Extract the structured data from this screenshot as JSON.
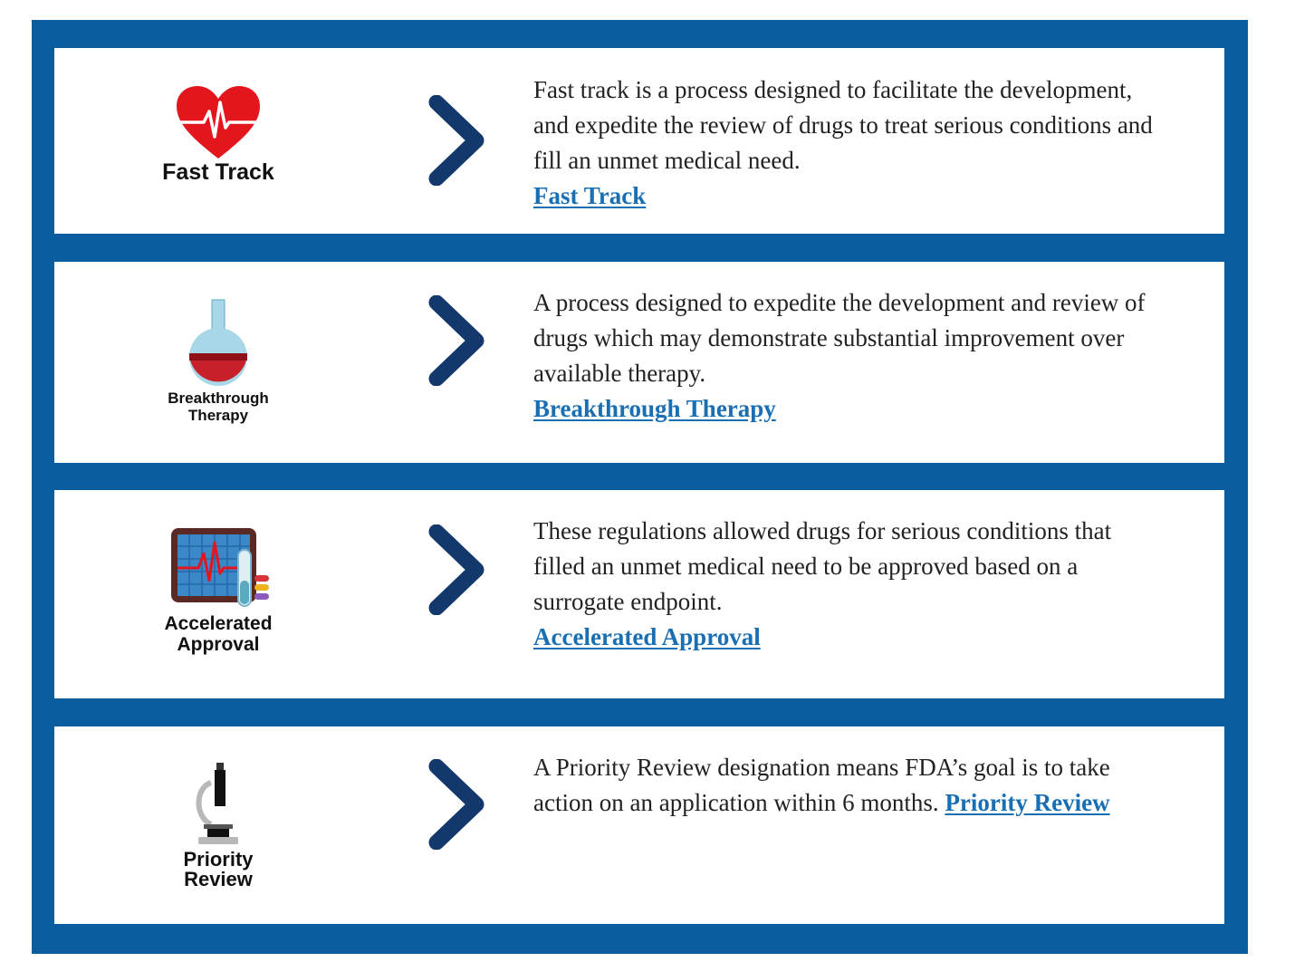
{
  "colors": {
    "frame": "#0a5ea0",
    "chevron": "#13386b",
    "link": "#1a6fb3"
  },
  "cards": [
    {
      "icon": "heart-pulse-icon",
      "label_lines": [
        "Fast Track"
      ],
      "description": "Fast track is a process designed to facilitate the development, and expedite the review of drugs to treat serious conditions and fill an unmet medical need.",
      "link": "Fast Track"
    },
    {
      "icon": "flask-icon",
      "label_lines": [
        "Breakthrough",
        "Therapy"
      ],
      "description": "A process designed to expedite the development and review of drugs which may demonstrate substantial improvement over available therapy.",
      "link": "Breakthrough Therapy"
    },
    {
      "icon": "monitor-test-tube-icon",
      "label_lines": [
        "Accelerated",
        "Approval"
      ],
      "description": "These regulations allowed drugs for serious conditions that filled an unmet medical need to be approved based on a surrogate endpoint.",
      "link": "Accelerated Approval"
    },
    {
      "icon": "microscope-icon",
      "label_lines": [
        "Priority",
        "Review"
      ],
      "description": "A Priority Review designation means FDA’s goal is to take action on an application within 6 months.",
      "link": "Priority Review"
    }
  ]
}
